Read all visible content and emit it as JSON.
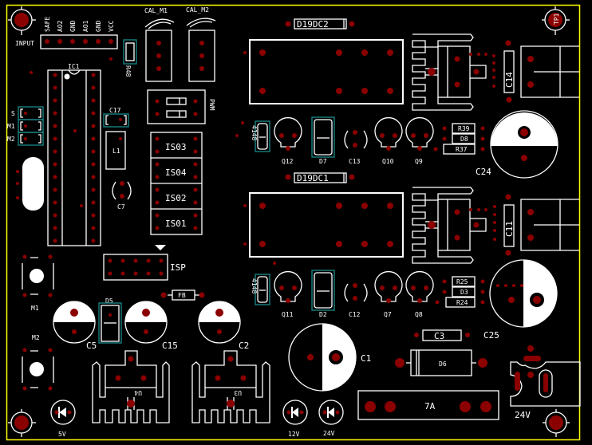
{
  "view": {
    "type": "PCB silkscreen layout",
    "colors": {
      "background": "#000000",
      "board_outline": "#ffff00",
      "silkscreen": "#ffffff",
      "pad": "#8b0000",
      "highlight": "#1a8a8a"
    }
  },
  "labels": {
    "input": "INPUT",
    "input_pins": [
      "SAFE",
      "AO2",
      "GND",
      "AO1",
      "GND",
      "VCC"
    ],
    "ic1": "IC1",
    "cal_m1": "CAL_M1",
    "cal_m2": "CAL_M2",
    "r48": "R48",
    "pwm": "PWM",
    "d19dc2": "D19DC2",
    "d19dc1": "D19DC1",
    "tp1": "TP1",
    "c14": "C14",
    "c11": "C11",
    "s": "S",
    "m1_jumper": "M1",
    "m2_jumper": "M2",
    "c17": "C17",
    "l1": "L1",
    "c7": "C7",
    "is03": "IS03",
    "is04": "IS04",
    "is02": "IS02",
    "is01": "IS01",
    "isp": "ISP",
    "d4148_top": "4148",
    "d4148_bot": "4148",
    "q12": "Q12",
    "d7": "D7",
    "c13": "C13",
    "q10": "Q10",
    "q9": "Q9",
    "r39": "R39",
    "d8": "D8",
    "r37": "R37",
    "c24": "C24",
    "q11": "Q11",
    "d2": "D2",
    "c12": "C12",
    "q7": "Q7",
    "q8": "Q8",
    "r25": "R25",
    "d3": "D3",
    "r24": "R24",
    "c25": "C25",
    "c3": "C3",
    "c1": "C1",
    "d6": "D6",
    "fuse": "7A",
    "power_in": "24V",
    "m1_button": "M1",
    "m2_button": "M2",
    "d5": "D5",
    "fb": "FB",
    "c5": "C5",
    "c15": "C15",
    "c2": "C2",
    "u4": "U4",
    "u3": "U3",
    "led_5v": "5V",
    "led_12v": "12V",
    "led_24v": "24V"
  }
}
